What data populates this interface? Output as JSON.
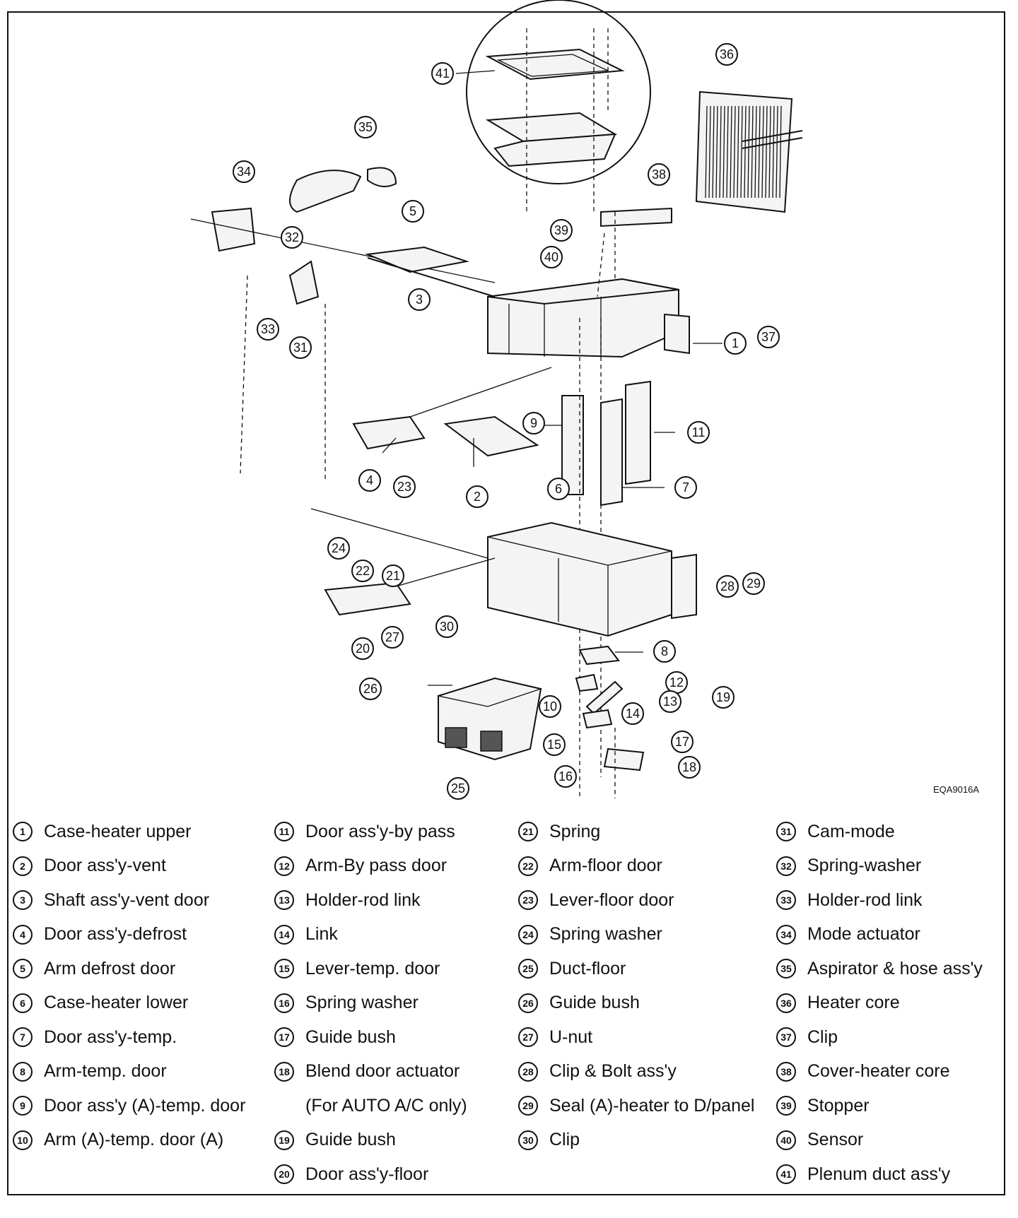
{
  "figure_code": "EQA9016A",
  "callout_numbers": [
    "1",
    "2",
    "3",
    "4",
    "5",
    "6",
    "7",
    "8",
    "9",
    "10",
    "11",
    "12",
    "13",
    "14",
    "15",
    "16",
    "17",
    "18",
    "19",
    "20",
    "21",
    "22",
    "23",
    "24",
    "25",
    "26",
    "27",
    "28",
    "29",
    "30",
    "31",
    "32",
    "33",
    "34",
    "35",
    "36",
    "37",
    "38",
    "39",
    "40",
    "41"
  ],
  "legend": {
    "columns": [
      [
        {
          "num": "1",
          "label": "Case-heater upper"
        },
        {
          "num": "2",
          "label": "Door ass'y-vent"
        },
        {
          "num": "3",
          "label": "Shaft ass'y-vent door"
        },
        {
          "num": "4",
          "label": "Door ass'y-defrost"
        },
        {
          "num": "5",
          "label": "Arm defrost door"
        },
        {
          "num": "6",
          "label": "Case-heater lower"
        },
        {
          "num": "7",
          "label": "Door ass'y-temp."
        },
        {
          "num": "8",
          "label": "Arm-temp. door"
        },
        {
          "num": "9",
          "label": "Door ass'y (A)-temp. door"
        },
        {
          "num": "10",
          "label": "Arm (A)-temp. door (A)"
        }
      ],
      [
        {
          "num": "11",
          "label": "Door ass'y-by pass"
        },
        {
          "num": "12",
          "label": "Arm-By pass door"
        },
        {
          "num": "13",
          "label": "Holder-rod link"
        },
        {
          "num": "14",
          "label": "Link"
        },
        {
          "num": "15",
          "label": "Lever-temp. door"
        },
        {
          "num": "16",
          "label": "Spring washer"
        },
        {
          "num": "17",
          "label": "Guide bush"
        },
        {
          "num": "18",
          "label": "Blend door actuator"
        },
        {
          "num": "",
          "label": "(For AUTO A/C only)"
        },
        {
          "num": "19",
          "label": "Guide bush"
        },
        {
          "num": "20",
          "label": "Door ass'y-floor"
        }
      ],
      [
        {
          "num": "21",
          "label": "Spring"
        },
        {
          "num": "22",
          "label": "Arm-floor door"
        },
        {
          "num": "23",
          "label": "Lever-floor door"
        },
        {
          "num": "24",
          "label": "Spring washer"
        },
        {
          "num": "25",
          "label": "Duct-floor"
        },
        {
          "num": "26",
          "label": "Guide bush"
        },
        {
          "num": "27",
          "label": "U-nut"
        },
        {
          "num": "28",
          "label": "Clip & Bolt ass'y"
        },
        {
          "num": "29",
          "label": "Seal (A)-heater to D/panel"
        },
        {
          "num": "30",
          "label": "Clip"
        }
      ],
      [
        {
          "num": "31",
          "label": "Cam-mode"
        },
        {
          "num": "32",
          "label": "Spring-washer"
        },
        {
          "num": "33",
          "label": "Holder-rod link"
        },
        {
          "num": "34",
          "label": "Mode actuator"
        },
        {
          "num": "35",
          "label": "Aspirator & hose ass'y"
        },
        {
          "num": "36",
          "label": "Heater core"
        },
        {
          "num": "37",
          "label": "Clip"
        },
        {
          "num": "38",
          "label": "Cover-heater core"
        },
        {
          "num": "39",
          "label": "Stopper"
        },
        {
          "num": "40",
          "label": "Sensor"
        },
        {
          "num": "41",
          "label": "Plenum duct ass'y"
        }
      ]
    ]
  }
}
